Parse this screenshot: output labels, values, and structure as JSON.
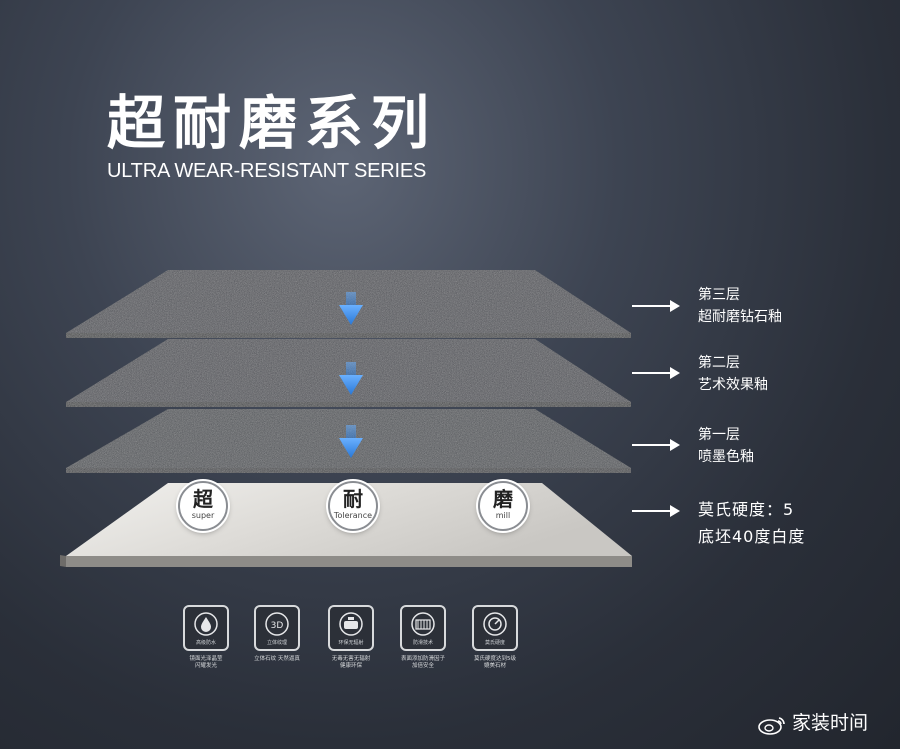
{
  "header": {
    "title": "超耐磨系列",
    "subtitle": "ULTRA WEAR-RESISTANT SERIES"
  },
  "layers": [
    {
      "line1": "第三层",
      "line2": "超耐磨钻石釉"
    },
    {
      "line1": "第二层",
      "line2": "艺术效果釉"
    },
    {
      "line1": "第一层",
      "line2": "喷墨色釉"
    },
    {
      "line1": "莫氏硬度：5",
      "line2": "底坯40度白度"
    }
  ],
  "badges": [
    {
      "cn": "超",
      "en": "super"
    },
    {
      "cn": "耐",
      "en": "Tolerance"
    },
    {
      "cn": "磨",
      "en": "mill"
    }
  ],
  "features": [
    {
      "icon": "water-drop-icon",
      "icon_text": "高级防水",
      "caption": "镜面光泽晶莹\n闪耀发光"
    },
    {
      "icon": "3d-icon",
      "icon_text": "立体纹理",
      "caption": "立体石纹 天然逼真"
    },
    {
      "icon": "cauldron-icon",
      "icon_text": "环保无辐射",
      "caption": "无毒无害无辐射\n健康环保"
    },
    {
      "icon": "anti-slip-icon",
      "icon_text": "防滑技术",
      "caption": "表面添加防滑因子\n加倍安全"
    },
    {
      "icon": "gauge-icon",
      "icon_text": "莫氏硬度",
      "caption": "莫氏硬度达到5级\n媲美石材"
    }
  ],
  "watermark": {
    "logo": "weibo-logo",
    "text": "家装时间"
  },
  "colors": {
    "background": "#2f343e",
    "arrow_blue": "#3b8de8",
    "base_tile": "#d9d8d4",
    "layer_tile": "#3a3f47"
  }
}
